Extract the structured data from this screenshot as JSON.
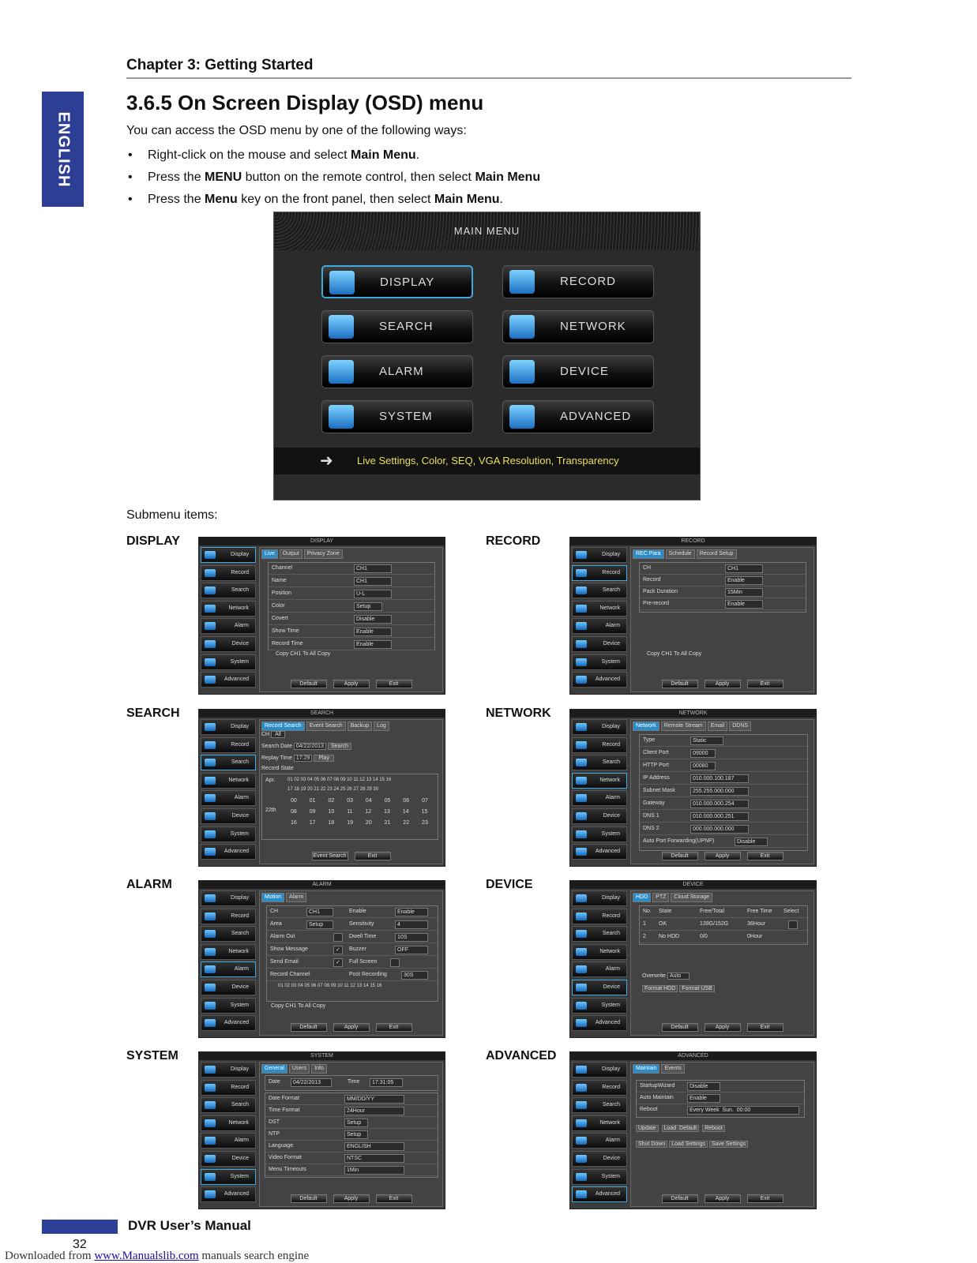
{
  "sidebar_tab": "ENGLISH",
  "chapter": "Chapter 3: Getting Started",
  "section_title": "3.6.5 On Screen Display (OSD) menu",
  "intro": "You can access the OSD menu by one of the following ways:",
  "bullets": [
    {
      "a": "Right-click on the mouse and select ",
      "b": "Main Menu",
      "c": ".",
      "d": "",
      "e": ""
    },
    {
      "a": "Press the ",
      "b": "MENU",
      "c": " button on the remote control, then select ",
      "d": "Main Menu",
      "e": ""
    },
    {
      "a": "Press the ",
      "b": "Menu",
      "c": " key on the front panel, then select ",
      "d": "Main Menu",
      "e": "."
    }
  ],
  "main_menu": {
    "title": "MAIN MENU",
    "buttons": [
      "DISPLAY",
      "RECORD",
      "SEARCH",
      "NETWORK",
      "ALARM",
      "DEVICE",
      "SYSTEM",
      "ADVANCED"
    ],
    "hint": "Live Settings, Color, SEQ, VGA Resolution, Transparency"
  },
  "submenu_label": "Submenu items:",
  "nav": [
    "Display",
    "Record",
    "Search",
    "Network",
    "Alarm",
    "Device",
    "System",
    "Advanced"
  ],
  "footer_buttons": [
    "Default",
    "Apply",
    "Exit"
  ],
  "screens": {
    "display": {
      "label": "DISPLAY",
      "title": "DISPLAY",
      "tabs": [
        "Live",
        "Output",
        "Privacy Zone"
      ],
      "rows": [
        [
          "Channel",
          "CH1"
        ],
        [
          "Name",
          "CH1"
        ],
        [
          "Position",
          "U-L"
        ],
        [
          "Color",
          "Setup"
        ],
        [
          "Covert",
          "Disable"
        ],
        [
          "Show Time",
          "Enable"
        ],
        [
          "Record Time",
          "Enable"
        ]
      ],
      "copy": "Copy  CH1  To  All  Copy"
    },
    "record": {
      "label": "RECORD",
      "title": "RECORD",
      "tabs": [
        "REC Para",
        "Schedule",
        "Record Setup"
      ],
      "rows": [
        [
          "CH",
          "CH1"
        ],
        [
          "Record",
          "Enable"
        ],
        [
          "Pack Duration",
          "15Min"
        ],
        [
          "Pre-record",
          "Enable"
        ]
      ],
      "copy": "Copy  CH1  To  All  Copy"
    },
    "search": {
      "label": "SEARCH",
      "title": "SEARCH",
      "tabs": [
        "Record Search",
        "Event Search",
        "Backup",
        "Log"
      ],
      "rows": [
        [
          "CH",
          "All"
        ],
        [
          "Search Date",
          "04/22/2013"
        ],
        [
          "Replay Time",
          "17:29"
        ],
        [
          "Record State",
          ""
        ]
      ],
      "month": "Apr.",
      "day": "22th",
      "days": "01 02 03 04 05 06 07 08 09 10 11 12 13 14 15 16",
      "days2": "17 18 19 20 21 22 23 24 25 26 27 28 29 30",
      "hours1": "00 01 02 03 04 05 06 07",
      "hours2": "08 09 10 11 12 13 14 15",
      "hours3": "16 17 18 19 20 21 22 23",
      "btns": [
        "Search",
        "Play",
        "Event Search",
        "Exit"
      ]
    },
    "network": {
      "label": "NETWORK",
      "title": "NETWORK",
      "tabs": [
        "Network",
        "Remote Stream",
        "Email",
        "DDNS"
      ],
      "rows": [
        [
          "Type",
          "Static"
        ],
        [
          "Client Port",
          "09000"
        ],
        [
          "HTTP Port",
          "00080"
        ],
        [
          "IP Address",
          "010.000.100.187"
        ],
        [
          "Subnet Mask",
          "255.255.000.000"
        ],
        [
          "Gateway",
          "010.000.000.254"
        ],
        [
          "DNS 1",
          "010.000.000.251"
        ],
        [
          "DNS 2",
          "000.000.000.000"
        ],
        [
          "Auto Port Forwarding(UPNP)",
          "Disable"
        ]
      ]
    },
    "alarm": {
      "label": "ALARM",
      "title": "ALARM",
      "tabs": [
        "Motion",
        "Alarm"
      ],
      "rows": [
        [
          "CH",
          "CH1",
          "Enable",
          "Enable"
        ],
        [
          "Area",
          "Setup",
          "Sensitivity",
          "4"
        ],
        [
          "Alarm Out",
          "",
          "Dwell Time",
          "10S"
        ],
        [
          "Show Message",
          "",
          "Buzzer",
          "OFF"
        ],
        [
          "Send Email",
          "",
          "Full Screen",
          ""
        ]
      ],
      "record_channel": "Record Channel",
      "post_recording": "Post Recording",
      "post_value": "30S",
      "channels": "01 02 03 04 05 06 07 08 09 10 11 12 13 14 15 16",
      "copy": "Copy  CH1  To  All  Copy"
    },
    "device": {
      "label": "DEVICE",
      "title": "DEVICE",
      "tabs": [
        "HDD",
        "PTZ",
        "Cloud Storage"
      ],
      "head": [
        "No.",
        "State",
        "Free/Total",
        "Free Time",
        "Select"
      ],
      "rows": [
        [
          "1",
          "OK",
          "139G/152G",
          "36Hour",
          ""
        ],
        [
          "2",
          "No HDD",
          "0/0",
          "0Hour",
          ""
        ]
      ],
      "overwrite": "Overwrite",
      "overwrite_val": "Auto",
      "fmt": [
        "Format HDD",
        "Format USB"
      ]
    },
    "system": {
      "label": "SYSTEM",
      "title": "SYSTEM",
      "tabs": [
        "General",
        "Users",
        "Info"
      ],
      "date": [
        "Date",
        "04/22/2013",
        "Time",
        "17:31:05"
      ],
      "rows": [
        [
          "Date Format",
          "MM/DD/YY"
        ],
        [
          "Time Format",
          "24Hour"
        ],
        [
          "DST",
          "Setup"
        ],
        [
          "NTP",
          "Setup"
        ],
        [
          "Language",
          "ENGLISH"
        ],
        [
          "Video Format",
          "NTSC"
        ],
        [
          "Menu Timeouts",
          "1Min"
        ]
      ]
    },
    "advanced": {
      "label": "ADVANCED",
      "title": "ADVANCED",
      "tabs": [
        "Maintain",
        "Events"
      ],
      "rows": [
        [
          "StartupWizard",
          "Disable"
        ],
        [
          "Auto Maintain",
          "Enable"
        ],
        [
          "Reboot",
          "Every Week  Sun.  00:00"
        ]
      ],
      "btns1": [
        "Update",
        "Load Default",
        "Reboot"
      ],
      "btns2": [
        "Shut Down",
        "Load Settings",
        "Save Settings"
      ]
    }
  },
  "footer_title": "DVR User’s Manual",
  "page_number": "32",
  "download_prefix": "Downloaded from ",
  "download_link": "www.Manualslib.com",
  "download_suffix": " manuals search engine"
}
